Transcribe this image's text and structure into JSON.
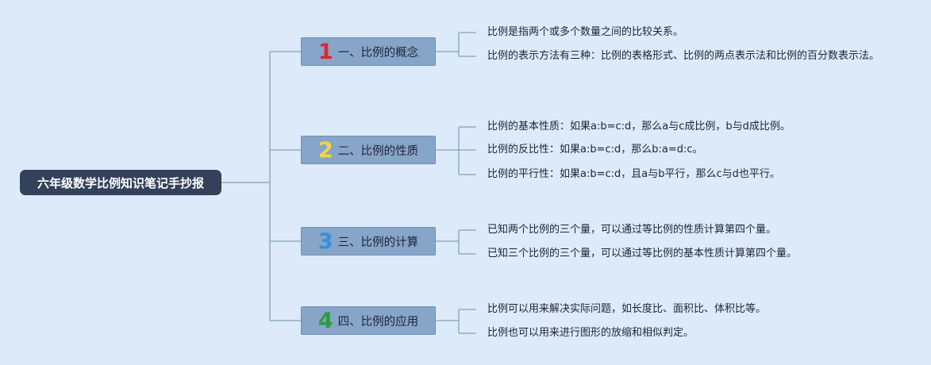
{
  "root": {
    "title": "六年级数学比例知识笔记手抄报"
  },
  "branches": [
    {
      "number": "1",
      "number_color": "#e1262a",
      "title": "一、比例的概念",
      "items": [
        "比例是指两个或多个数量之间的比较关系。",
        "比例的表示方法有三种：比例的表格形式、比例的两点表示法和比例的百分数表示法。"
      ]
    },
    {
      "number": "2",
      "number_color": "#f3d34a",
      "title": "二、比例的性质",
      "items": [
        "比例的基本性质：如果a:b=c:d，那么a与c成比例，b与d成比例。",
        "比例的反比性：如果a:b=c:d，那么b:a=d:c。",
        "比例的平行性：如果a:b=c:d，且a与b平行，那么c与d也平行。"
      ]
    },
    {
      "number": "3",
      "number_color": "#2f8fe0",
      "title": "三、比例的计算",
      "items": [
        "已知两个比例的三个量，可以通过等比例的性质计算第四个量。",
        "已知三个比例的三个量，可以通过等比例的基本性质计算第四个量。"
      ]
    },
    {
      "number": "4",
      "number_color": "#2a9b3b",
      "title": "四、比例的应用",
      "items": [
        "比例可以用来解决实际问题，如长度比、面积比、体积比等。",
        "比例也可以用来进行图形的放缩和相似判定。"
      ]
    }
  ],
  "colors": {
    "line": "#7fa5ad",
    "root_bg": "#34415b",
    "branch_bg": "#87a4c9",
    "background": "#dceafa"
  }
}
